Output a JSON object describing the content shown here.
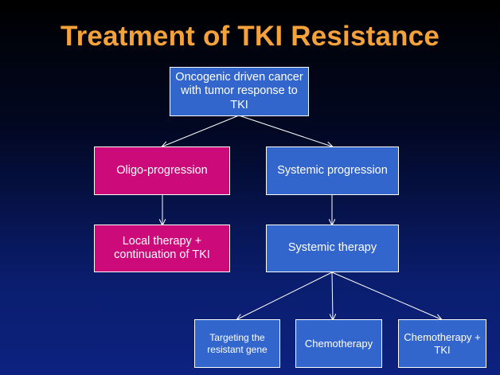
{
  "title": "Treatment of TKI Resistance",
  "colors": {
    "title": "#f5a23a",
    "blue_box": "#3366cc",
    "magenta_box": "#cc0a7a",
    "connector": "#ffffff"
  },
  "nodes": {
    "root": "Oncogenic driven cancer with tumor response to TKI",
    "oligo": "Oligo-progression",
    "systemic_progression": "Systemic progression",
    "local_therapy": "Local therapy + continuation of TKI",
    "systemic_therapy": "Systemic therapy",
    "targeting": "Targeting the resistant gene",
    "chemotherapy": "Chemotherapy",
    "chemo_tki": "Chemotherapy + TKI"
  }
}
